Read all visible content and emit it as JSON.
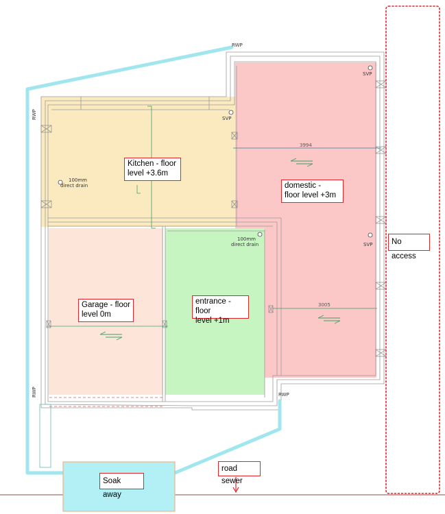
{
  "labels": {
    "kitchen": "Kitchen - floor\nlevel +3.6m",
    "domestic": "domestic -\nfloor level +3m",
    "garage": "Garage - floor\nlevel 0m",
    "entrance": "entrance - floor\nlevel +1m",
    "no_access": "No access",
    "soak_away": "Soak away",
    "road_sewer": "road sewer"
  },
  "annotations": {
    "rwp_top": "RWP",
    "rwp_left_top": "RWP",
    "rwp_left_bottom": "RWP",
    "rwp_right": "RWP",
    "svp_kitchen": "SVP",
    "svp_domestic_top": "SVP",
    "svp_domestic_mid": "SVP",
    "drain_kitchen_size": "100mm",
    "drain_kitchen_type": "direct drain",
    "drain_entrance_size": "100mm",
    "drain_entrance_type": "direct drain",
    "dim_domestic_upper": "3994",
    "dim_domestic_lower": "3005"
  },
  "colors": {
    "kitchen_fill": "#fbeac0",
    "domestic_fill": "#fcc7c7",
    "garage_fill": "#fde6d9",
    "entrance_fill": "#c6f5c2",
    "drainage_pipe": "#9fe6ef",
    "soak_away_fill": "#b3f0f5",
    "label_border": "#e0242a",
    "no_access_line": "#e0242a"
  }
}
